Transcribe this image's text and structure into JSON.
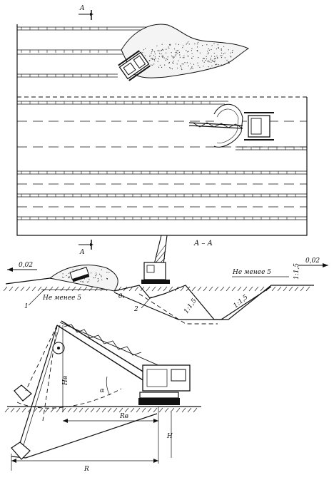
{
  "plan": {
    "section_marker_top": "A",
    "section_marker_bottom": "A"
  },
  "section": {
    "title": "A – A",
    "slope_left": "0,02",
    "slope_right": "0,02",
    "min_distance_left": "Не менее 5",
    "min_distance_right": "Не менее 5",
    "side_slope_left": "1:1,5",
    "side_slope_mid": "1:1,5",
    "side_slope_right": "1:1,5",
    "callout_1": "1",
    "callout_2": "2",
    "angle_label": "θ₁"
  },
  "excavator": {
    "hb_label": "Hв",
    "rb_label": "Rв",
    "h_label": "H",
    "r_label": "R",
    "alpha_label": "α"
  }
}
